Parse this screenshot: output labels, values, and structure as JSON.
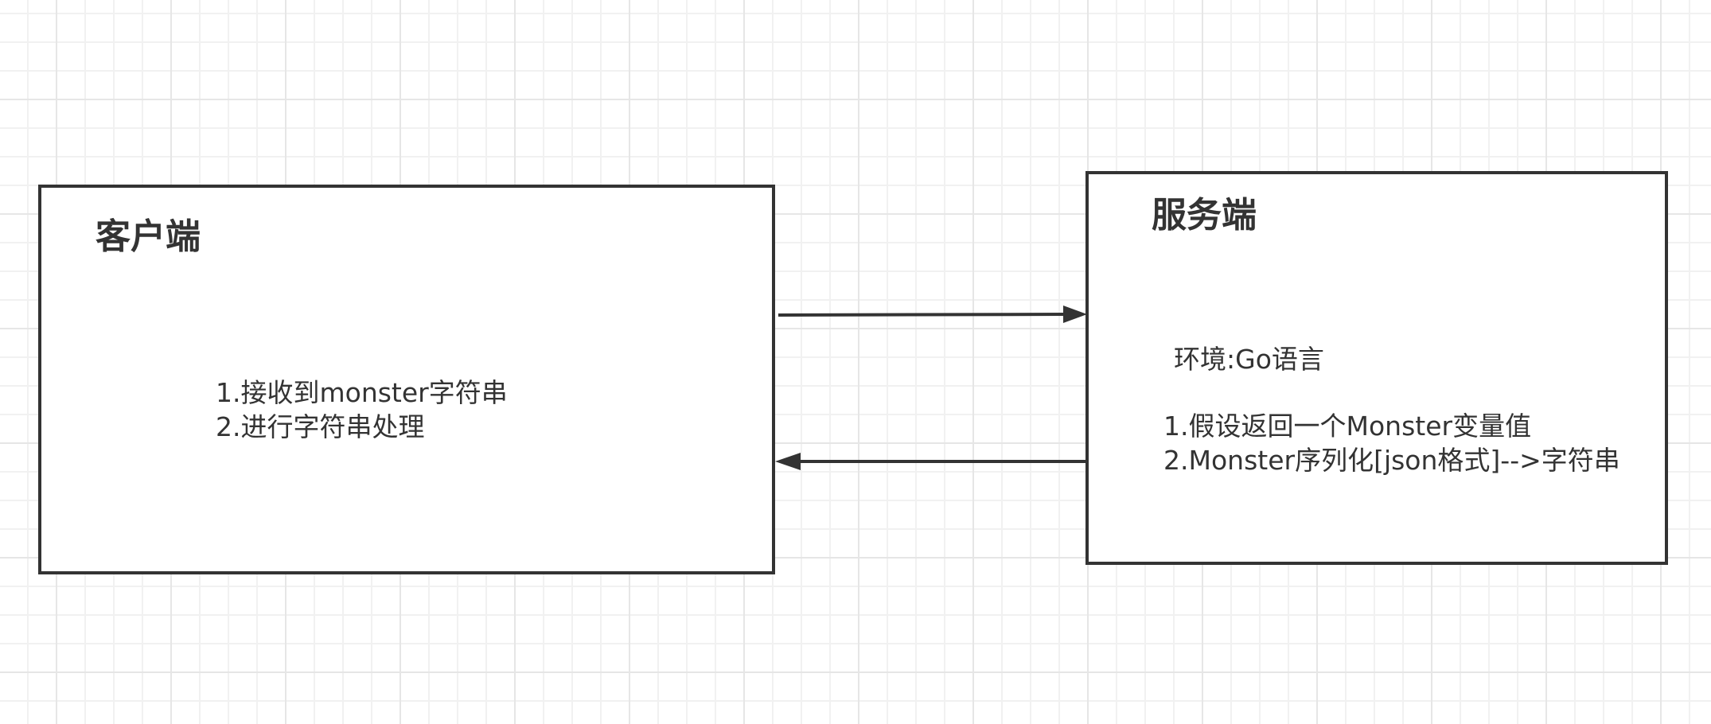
{
  "diagram": {
    "client": {
      "title": "客户端",
      "lines": [
        "1.接收到monster字符串",
        "2.进行字符串处理"
      ]
    },
    "server": {
      "title": "服务端",
      "env": "环境:Go语言",
      "lines": [
        "1.假设返回一个Monster变量值",
        "2.Monster序列化[json格式]-->字符串"
      ]
    },
    "edges": [
      {
        "from": "client",
        "to": "server",
        "label": ""
      },
      {
        "from": "server",
        "to": "client",
        "label": ""
      }
    ],
    "colors": {
      "stroke": "#333333",
      "grid_major": "#e6e6e6",
      "grid_minor": "#f1f1f1",
      "background": "#ffffff"
    }
  }
}
